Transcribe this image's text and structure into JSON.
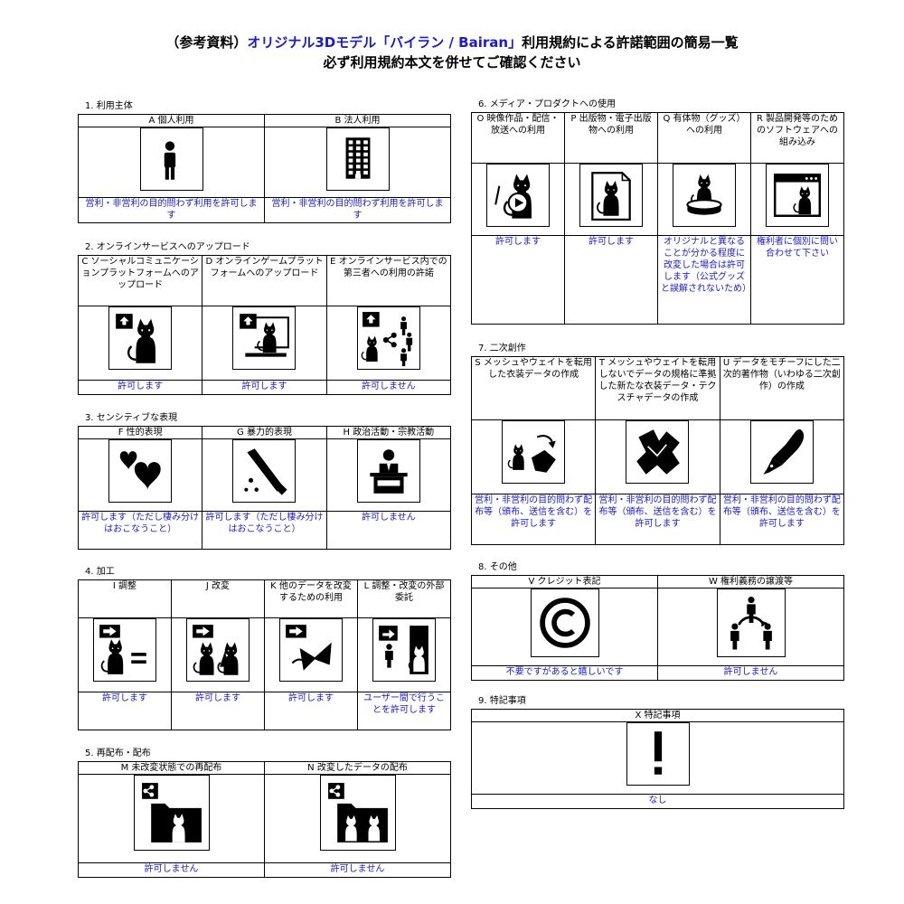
{
  "header": {
    "line1_pre": "（参考資料）",
    "line1_blue": "オリジナル3Dモデル「バイラン / Bairan」",
    "line1_post": "利用規約による許諾範囲の簡易一覧",
    "line2": "必ず利用規約本文を併せてご確認ください"
  },
  "sections": {
    "s1": {
      "title": "1. 利用主体",
      "cols": [
        {
          "head": "A 個人利用",
          "icon": "person-icon",
          "status": "営利・非営利の目的問わず利用を許可します"
        },
        {
          "head": "B 法人利用",
          "icon": "building-icon",
          "status": "営利・非営利の目的問わず利用を許可します"
        }
      ]
    },
    "s2": {
      "title": "2. オンラインサービスへのアップロード",
      "cols": [
        {
          "head": "C ソーシャルコミュニケーションプラットフォームへのアップロード",
          "icon": "upload-cat-icon",
          "status": "許可します"
        },
        {
          "head": "D オンラインゲームプラットフォームへのアップロード",
          "icon": "upload-game-icon",
          "status": "許可します"
        },
        {
          "head": "E オンラインサービス内での第三者への利用の許諾",
          "icon": "share-third-party-icon",
          "status": "許可しません"
        }
      ]
    },
    "s3": {
      "title": "3. センシティブな表現",
      "cols": [
        {
          "head": "F 性的表現",
          "icon": "hearts-icon",
          "status": "許可します（ただし棲み分けはおこなうこと）"
        },
        {
          "head": "G 暴力的表現",
          "icon": "knife-icon",
          "status": "許可します（ただし棲み分けはおこなうこと）"
        },
        {
          "head": "H 政治活動・宗教活動",
          "icon": "podium-icon",
          "status": "許可しません"
        }
      ]
    },
    "s4": {
      "title": "4. 加工",
      "cols": [
        {
          "head": "I 調整",
          "icon": "adjust-icon",
          "status": "許可します"
        },
        {
          "head": "J 改変",
          "icon": "modify-icon",
          "status": "許可します"
        },
        {
          "head": "K 他のデータを改変するための利用",
          "icon": "use-for-other-icon",
          "status": "許可します"
        },
        {
          "head": "L 調整・改変の外部委託",
          "icon": "outsource-icon",
          "status": "ユーザー間で行うことを許可します"
        }
      ]
    },
    "s5": {
      "title": "5. 再配布・配布",
      "cols": [
        {
          "head": "M 未改変状態での再配布",
          "icon": "redistribute-icon",
          "status": "許可しません"
        },
        {
          "head": "N 改変したデータの配布",
          "icon": "distribute-modified-icon",
          "status": "許可しません"
        }
      ]
    },
    "s6": {
      "title": "6. メディア・プロダクトへの使用",
      "cols": [
        {
          "head": "O 映像作品・配信・放送への利用",
          "icon": "video-icon",
          "status": "許可します"
        },
        {
          "head": "P 出版物・電子出版物への利用",
          "icon": "publication-icon",
          "status": "許可します"
        },
        {
          "head": "Q 有体物（グッズ）への利用",
          "icon": "figure-icon",
          "status": "オリジナルと異なることが分かる程度に改変した場合は許可します（公式グッズと誤解されないため）"
        },
        {
          "head": "R 製品開発等のためのソフトウェアへの組み込み",
          "icon": "software-icon",
          "status": "権利者に個別に問い合わせて下さい"
        }
      ]
    },
    "s7": {
      "title": "7. 二次創作",
      "cols": [
        {
          "head": "S メッシュやウェイトを転用した衣装データの作成",
          "icon": "costume-transfer-icon",
          "status": "営利・非営利の目的問わず配布等（頒布、送信を含む）を許可します"
        },
        {
          "head": "T メッシュやウェイトを転用しないでデータの規格に準拠した新たな衣装データ・テクスチャデータの作成",
          "icon": "costume-new-icon",
          "status": "営利・非営利の目的問わず配布等（頒布、送信を含む）を許可します"
        },
        {
          "head": "U データをモチーフにした二次的著作物（いわゆる二次創作）の作成",
          "icon": "pen-nib-icon",
          "status": "営利・非営利の目的問わず配布等（頒布、送信を含む）を許可します"
        }
      ]
    },
    "s8": {
      "title": "8. その他",
      "cols": [
        {
          "head": "V クレジット表記",
          "icon": "copyright-icon",
          "status": "不要ですがあると嬉しいです"
        },
        {
          "head": "W 権利義務の譲渡等",
          "icon": "rights-transfer-icon",
          "status": "許可しません"
        }
      ]
    },
    "s9": {
      "title": "9. 特記事項",
      "cols": [
        {
          "head": "X 特記事項",
          "icon": "exclamation-icon",
          "status": "なし"
        }
      ]
    }
  },
  "colors": {
    "status_text": "#1a1ad0",
    "title_accent": "#1a1ad0"
  }
}
